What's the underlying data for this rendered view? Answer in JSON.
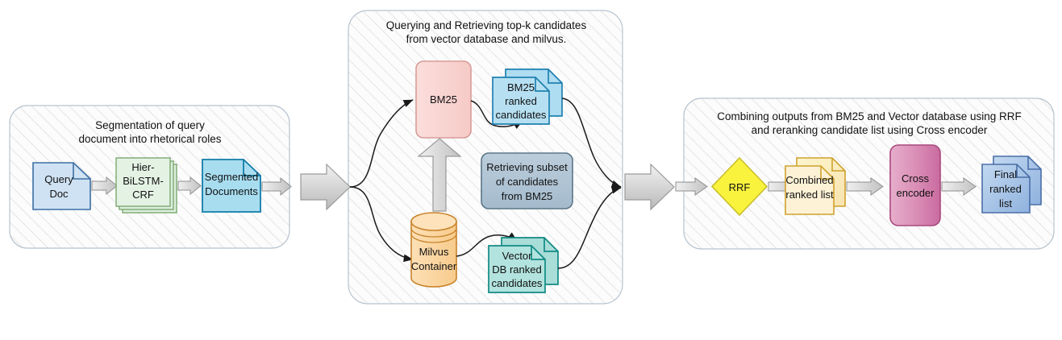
{
  "diagram": {
    "title": "Hybrid retrieval and reranking pipeline",
    "background": "#ffffff",
    "groups": [
      {
        "id": "group-segmentation",
        "name": "segmentation-group",
        "title_lines": [
          "Segmentation of query",
          "document into rhetorical roles"
        ],
        "fill": "#fbfbfb",
        "stroke": "#b7c3cf"
      },
      {
        "id": "group-retrieval",
        "name": "retrieval-group",
        "title_lines": [
          "Querying and Retrieving top-k candidates",
          "from vector database and milvus."
        ],
        "fill": "#fbfbfb",
        "stroke": "#b7c3cf"
      },
      {
        "id": "group-fusion",
        "name": "fusion-group",
        "title_lines": [
          "Combining outputs from BM25 and Vector database using RRF",
          "and reranking candidate list using Cross encoder"
        ],
        "fill": "#fbfbfb",
        "stroke": "#b7c3cf"
      }
    ],
    "nodes": {
      "query_doc": {
        "lines": [
          "Query",
          "Doc"
        ],
        "shape": "document",
        "fill": "#cfe2f3",
        "stroke": "#3b6ea5"
      },
      "hier_bilstm_crf": {
        "lines": [
          "Hier-",
          "BiLSTM-",
          "CRF"
        ],
        "shape": "stacked-rectangle",
        "fill": "#ddeedd",
        "stroke": "#7aa86f"
      },
      "segmented_documents": {
        "lines": [
          "Segmented",
          "Documents"
        ],
        "shape": "document",
        "fill": "#a8ddf0",
        "stroke": "#127ca8"
      },
      "bm25": {
        "lines": [
          "BM25"
        ],
        "shape": "rounded-rectangle",
        "fill": "#f9d5d3",
        "stroke": "#d79b98"
      },
      "bm25_ranked_candidates": {
        "lines": [
          "BM25",
          "ranked",
          "candidates"
        ],
        "shape": "stacked-document",
        "fill": "#aedcf0",
        "stroke": "#2080b0"
      },
      "retrieving_subset": {
        "lines": [
          "Retrieving subset",
          "of candidates",
          "from BM25"
        ],
        "shape": "rounded-rectangle",
        "fill": "#b0c4d4",
        "stroke": "#5b7687"
      },
      "milvus_container": {
        "lines": [
          "Milvus",
          "Container"
        ],
        "shape": "cylinder",
        "fill": "#fbd9a5",
        "stroke": "#c8832a"
      },
      "vector_db_ranked_candidates": {
        "lines": [
          "Vector",
          "DB ranked",
          "candidates"
        ],
        "shape": "stacked-document",
        "fill": "#a8ddd8",
        "stroke": "#128a84"
      },
      "rrf": {
        "lines": [
          "RRF"
        ],
        "shape": "diamond",
        "fill": "#faf33e",
        "stroke": "#c9bf2a"
      },
      "combined_ranked_list": {
        "lines": [
          "Combined",
          "ranked list"
        ],
        "shape": "stacked-document",
        "fill": "#fbeac6",
        "stroke": "#cfa22c"
      },
      "cross_encoder": {
        "lines": [
          "Cross",
          "encoder"
        ],
        "shape": "rounded-rectangle",
        "fill": "#d98cb5",
        "stroke": "#a8497d"
      },
      "final_ranked_list": {
        "lines": [
          "Final",
          "ranked",
          "list"
        ],
        "shape": "stacked-document",
        "fill": "#a8c4e8",
        "stroke": "#4a6fa8"
      }
    },
    "connectors": {
      "block_arrow_fill": "#d4d4d4",
      "block_arrow_stroke": "#9a9a9a",
      "thin_arrow_fill": "#c8c8c8",
      "thin_arrow_stroke": "#8f8f8f",
      "curve_stroke": "#1a1a1a"
    }
  }
}
